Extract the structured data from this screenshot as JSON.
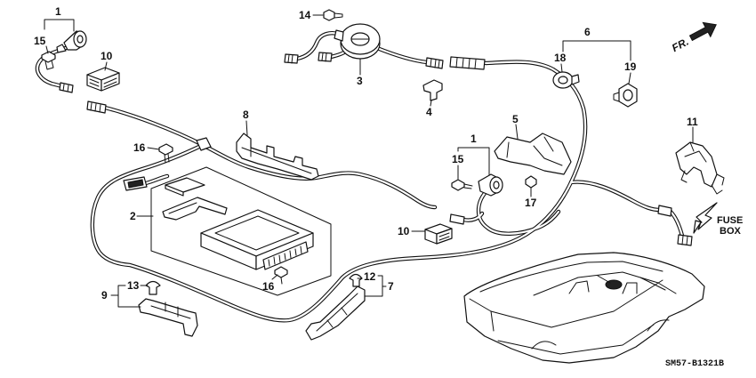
{
  "diagram": {
    "callouts": [
      "1",
      "15",
      "10",
      "14",
      "3",
      "4",
      "8",
      "16",
      "2",
      "6",
      "18",
      "19",
      "5",
      "11",
      "1",
      "15",
      "17",
      "10",
      "9",
      "13",
      "12",
      "7",
      "16"
    ],
    "direction_label": "FR.",
    "fuse_box_label": [
      "FUSE",
      "BOX"
    ],
    "drawing_code": "SM57-B1321B"
  }
}
